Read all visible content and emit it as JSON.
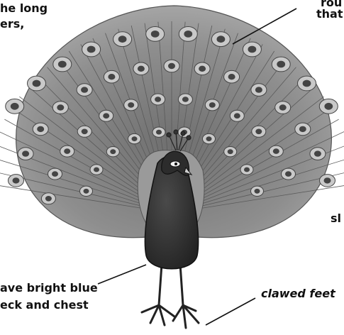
{
  "labels": {
    "top_left_line1": "he long",
    "top_left_line2": "ers,",
    "top_right_line1": "rou",
    "top_right_line2": "that",
    "right_mid": "sl",
    "bottom_left_line1": "ave bright blue",
    "bottom_left_line2": "eck and chest",
    "bottom_right": "clawed feet"
  },
  "colors": {
    "body": "#2e2e2e",
    "feather": "#8a8a8a",
    "eyespot_outer": "#c9c9c9",
    "eyespot_inner": "#444444",
    "leader_line": "#111111"
  }
}
